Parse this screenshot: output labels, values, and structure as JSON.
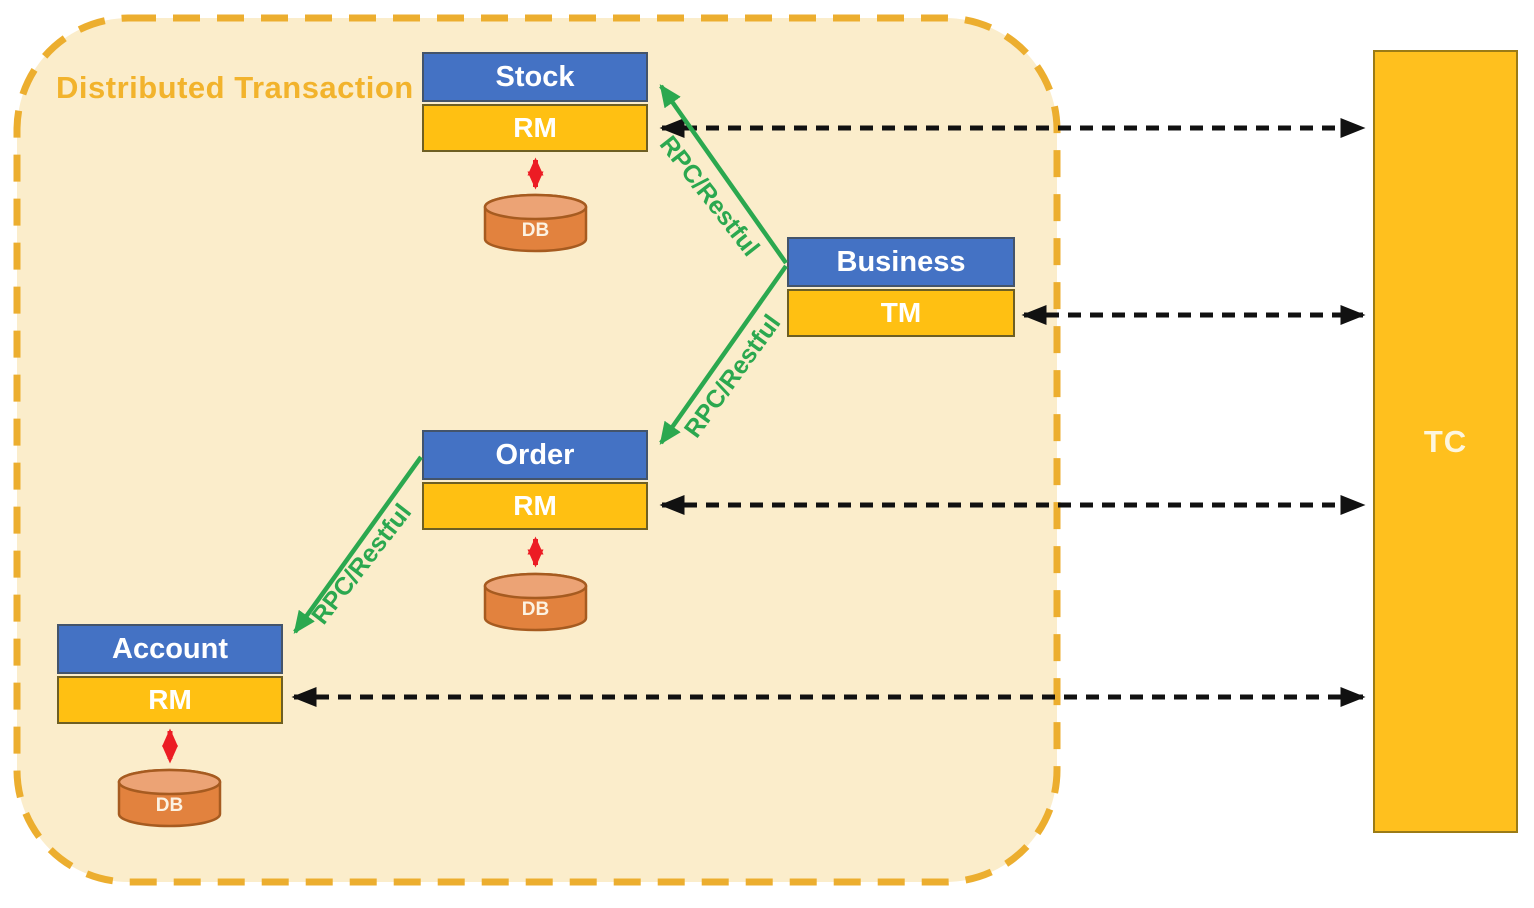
{
  "title": "Distributed Transaction",
  "coordinator": {
    "label": "TC"
  },
  "labels": {
    "db": "DB"
  },
  "services": [
    {
      "name": "Stock",
      "role": "RM",
      "has_db": true
    },
    {
      "name": "Business",
      "role": "TM",
      "has_db": false
    },
    {
      "name": "Order",
      "role": "RM",
      "has_db": true
    },
    {
      "name": "Account",
      "role": "RM",
      "has_db": true
    }
  ],
  "connections": {
    "rpc_calls": [
      {
        "from": "Business",
        "to": "Stock",
        "label": "RPC/Restful"
      },
      {
        "from": "Business",
        "to": "Order",
        "label": "RPC/Restful"
      },
      {
        "from": "Order",
        "to": "Account",
        "label": "RPC/Restful"
      }
    ],
    "tc_links": [
      {
        "from": "Stock RM",
        "to": "TC",
        "style": "black-dashed-double-arrow"
      },
      {
        "from": "Business TM",
        "to": "TC",
        "style": "black-dashed-double-arrow"
      },
      {
        "from": "Order RM",
        "to": "TC",
        "style": "black-dashed-double-arrow"
      },
      {
        "from": "Account RM",
        "to": "TC",
        "style": "black-dashed-double-arrow"
      }
    ],
    "db_links": [
      {
        "from": "Stock RM",
        "to": "DB",
        "style": "red-dashed-double-arrow"
      },
      {
        "from": "Order RM",
        "to": "DB",
        "style": "red-dashed-double-arrow"
      },
      {
        "from": "Account RM",
        "to": "DB",
        "style": "red-dashed-double-arrow"
      }
    ]
  },
  "colors": {
    "container_fill": "#FBEDCB",
    "container_border": "#ECAE2F",
    "title_text": "#F2B32C",
    "service_header": "#4472C4",
    "role_fill": "#FFC012",
    "tc_fill": "#FFC01E",
    "db_body": "#E2823E",
    "db_top": "#ECA375",
    "db_border": "#A65B20",
    "rpc_green": "#2BA84F",
    "db_arrow_red": "#EC1C24",
    "tc_arrow_black": "#111111"
  }
}
